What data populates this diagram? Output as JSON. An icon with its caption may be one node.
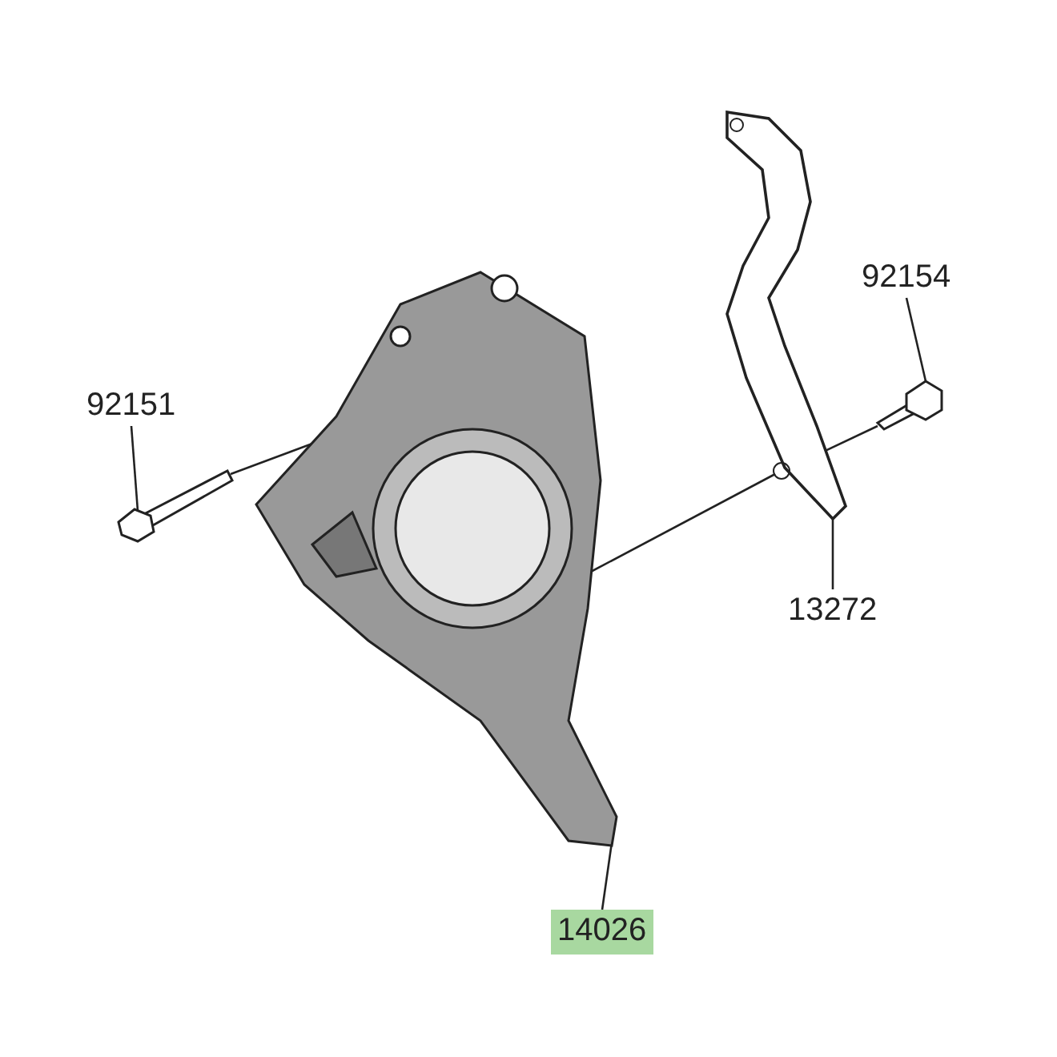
{
  "diagram": {
    "nodes": [
      {
        "text": [
          "92154"
        ]
      },
      {
        "text": [
          "92151"
        ]
      },
      {
        "text": [
          "13272"
        ]
      },
      {
        "text": [
          "14026"
        ]
      },
      {
        "text": [],
        "shape": "picture"
      },
      {
        "text": [],
        "shape": "picture"
      },
      {
        "text": [],
        "shape": "picture"
      },
      {
        "text": [],
        "shape": "picture"
      }
    ],
    "edges": [
      {
        "from": 1,
        "to": 4,
        "arrow": "none"
      },
      {
        "from": 0,
        "to": 7,
        "arrow": "none"
      },
      {
        "from": 2,
        "to": 6,
        "arrow": "none"
      },
      {
        "from": 3,
        "to": 5,
        "arrow": "none"
      },
      {
        "from": 4,
        "to": 5,
        "arrow": "none"
      },
      {
        "from": 7,
        "to": 6,
        "arrow": "none"
      },
      {
        "from": 6,
        "to": 5,
        "arrow": "none"
      }
    ]
  }
}
